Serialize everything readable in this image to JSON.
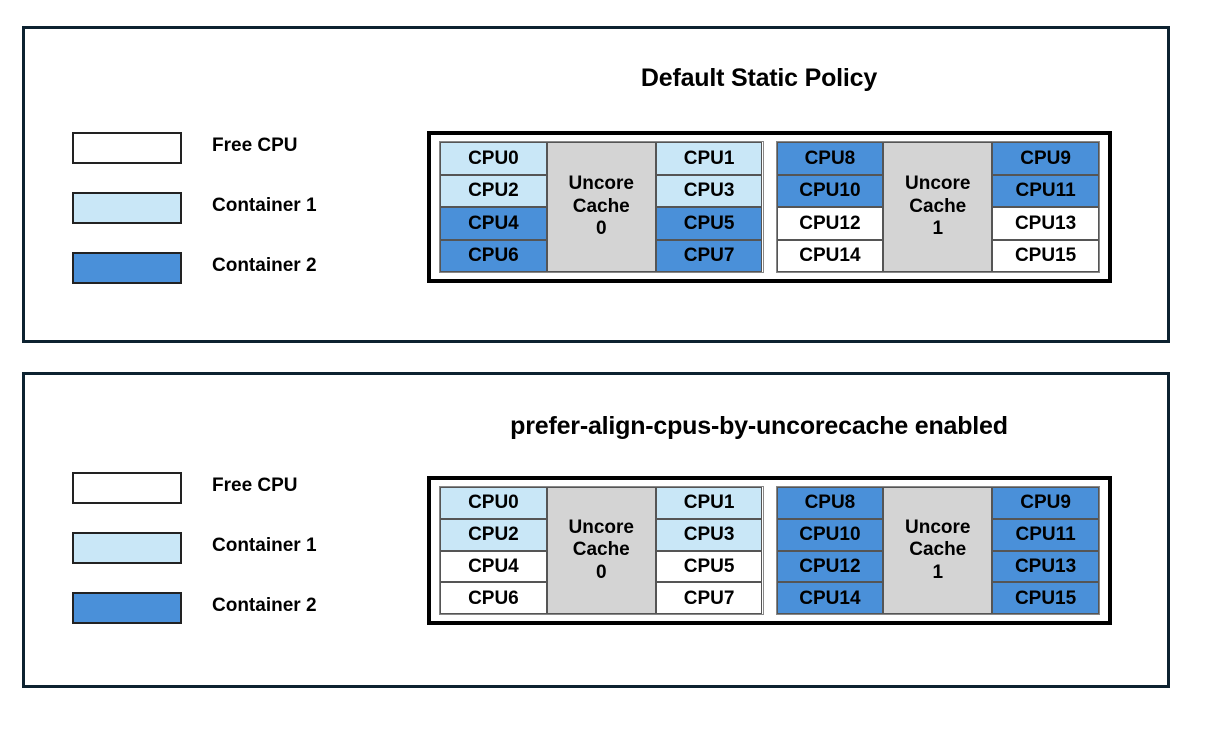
{
  "panels": [
    {
      "id": "default-static-policy",
      "title": "Default Static Policy",
      "legend": [
        {
          "label": "Free CPU",
          "color": "#ffffff"
        },
        {
          "label": "Container 1",
          "color": "#c9e7f7"
        },
        {
          "label": "Container 2",
          "color": "#4a90d9"
        }
      ],
      "groups": [
        {
          "cache_line1": "Uncore",
          "cache_line2": "Cache",
          "cache_index": "0",
          "left_column": [
            {
              "label": "CPU0",
              "state": "container1"
            },
            {
              "label": "CPU2",
              "state": "container1"
            },
            {
              "label": "CPU4",
              "state": "container2"
            },
            {
              "label": "CPU6",
              "state": "container2"
            }
          ],
          "right_column": [
            {
              "label": "CPU1",
              "state": "container1"
            },
            {
              "label": "CPU3",
              "state": "container1"
            },
            {
              "label": "CPU5",
              "state": "container2"
            },
            {
              "label": "CPU7",
              "state": "container2"
            }
          ]
        },
        {
          "cache_line1": "Uncore",
          "cache_line2": "Cache",
          "cache_index": "1",
          "left_column": [
            {
              "label": "CPU8",
              "state": "container2"
            },
            {
              "label": "CPU10",
              "state": "container2"
            },
            {
              "label": "CPU12",
              "state": "free"
            },
            {
              "label": "CPU14",
              "state": "free"
            }
          ],
          "right_column": [
            {
              "label": "CPU9",
              "state": "container2"
            },
            {
              "label": "CPU11",
              "state": "container2"
            },
            {
              "label": "CPU13",
              "state": "free"
            },
            {
              "label": "CPU15",
              "state": "free"
            }
          ]
        }
      ]
    },
    {
      "id": "prefer-align-cpus-by-uncorecache",
      "title": "prefer-align-cpus-by-uncorecache enabled",
      "legend": [
        {
          "label": "Free CPU",
          "color": "#ffffff"
        },
        {
          "label": "Container 1",
          "color": "#c9e7f7"
        },
        {
          "label": "Container 2",
          "color": "#4a90d9"
        }
      ],
      "groups": [
        {
          "cache_line1": "Uncore",
          "cache_line2": "Cache",
          "cache_index": "0",
          "left_column": [
            {
              "label": "CPU0",
              "state": "container1"
            },
            {
              "label": "CPU2",
              "state": "container1"
            },
            {
              "label": "CPU4",
              "state": "free"
            },
            {
              "label": "CPU6",
              "state": "free"
            }
          ],
          "right_column": [
            {
              "label": "CPU1",
              "state": "container1"
            },
            {
              "label": "CPU3",
              "state": "container1"
            },
            {
              "label": "CPU5",
              "state": "free"
            },
            {
              "label": "CPU7",
              "state": "free"
            }
          ]
        },
        {
          "cache_line1": "Uncore",
          "cache_line2": "Cache",
          "cache_index": "1",
          "left_column": [
            {
              "label": "CPU8",
              "state": "container2"
            },
            {
              "label": "CPU10",
              "state": "container2"
            },
            {
              "label": "CPU12",
              "state": "container2"
            },
            {
              "label": "CPU14",
              "state": "container2"
            }
          ],
          "right_column": [
            {
              "label": "CPU9",
              "state": "container2"
            },
            {
              "label": "CPU11",
              "state": "container2"
            },
            {
              "label": "CPU13",
              "state": "container2"
            },
            {
              "label": "CPU15",
              "state": "container2"
            }
          ]
        }
      ]
    }
  ],
  "colors": {
    "free": "#ffffff",
    "container1": "#c9e7f7",
    "container2": "#4a90d9",
    "cache": "#d4d4d4",
    "frame": "#0d2230",
    "grid_border": "#000000"
  }
}
